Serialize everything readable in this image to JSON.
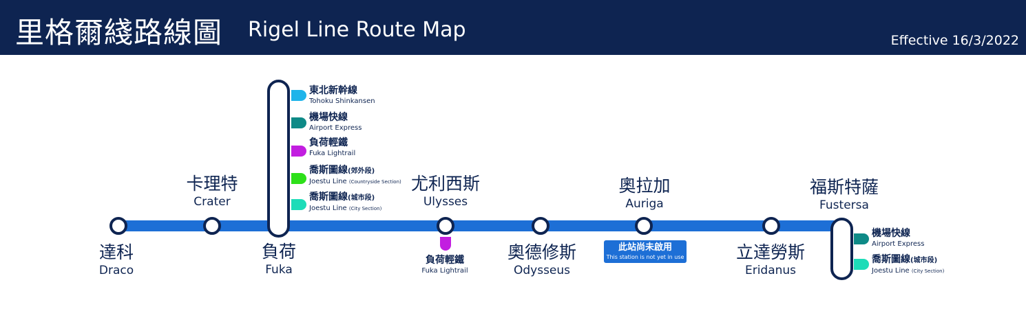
{
  "header": {
    "title_zh": "里格爾綫路線圖",
    "title_en": "Rigel Line Route Map",
    "effective": "Effective 16/3/2022"
  },
  "colors": {
    "navy": "#0e2451",
    "line_blue": "#1d6fd6",
    "tohoku_shinkansen": "#1fb4ea",
    "airport_express": "#0e8a87",
    "fuka_lightrail": "#c21ee0",
    "joestu_countryside": "#2ee01a",
    "joestu_city": "#1ddcb8"
  },
  "stations": [
    {
      "zh": "達科",
      "en": "Draco"
    },
    {
      "zh": "卡理特",
      "en": "Crater"
    },
    {
      "zh": "負荷",
      "en": "Fuka"
    },
    {
      "zh": "尤利西斯",
      "en": "Ulysses"
    },
    {
      "zh": "奧德修斯",
      "en": "Odysseus"
    },
    {
      "zh": "奧拉加",
      "en": "Auriga"
    },
    {
      "zh": "立達勞斯",
      "en": "Eridanus"
    },
    {
      "zh": "福斯特薩",
      "en": "Fustersa"
    }
  ],
  "fuka_transfers": [
    {
      "zh": "東北新幹線",
      "en": "Tohoku Shinkansen",
      "en_note": ""
    },
    {
      "zh": "機場快線",
      "en": "Airport Express",
      "en_note": ""
    },
    {
      "zh": "負荷輕鐵",
      "en": "Fuka Lightrail",
      "en_note": ""
    },
    {
      "zh": "喬斯圖線",
      "zh_note": "(郊外段)",
      "en": "Joestu Line",
      "en_note": "(Countryside Section)"
    },
    {
      "zh": "喬斯圖線",
      "zh_note": "(城市段)",
      "en": "Joestu Line",
      "en_note": "(City Section)"
    }
  ],
  "ulysses_transfer": {
    "zh": "負荷輕鐵",
    "en": "Fuka Lightrail"
  },
  "auriga_notice": {
    "zh": "此站尚未啟用",
    "en": "This station is not yet in use"
  },
  "fustersa_transfers": [
    {
      "zh": "機場快線",
      "en": "Airport Express",
      "en_note": ""
    },
    {
      "zh": "喬斯圖線",
      "zh_note": "(城市段)",
      "en": "Joestu Line",
      "en_note": "(City Section)"
    }
  ]
}
